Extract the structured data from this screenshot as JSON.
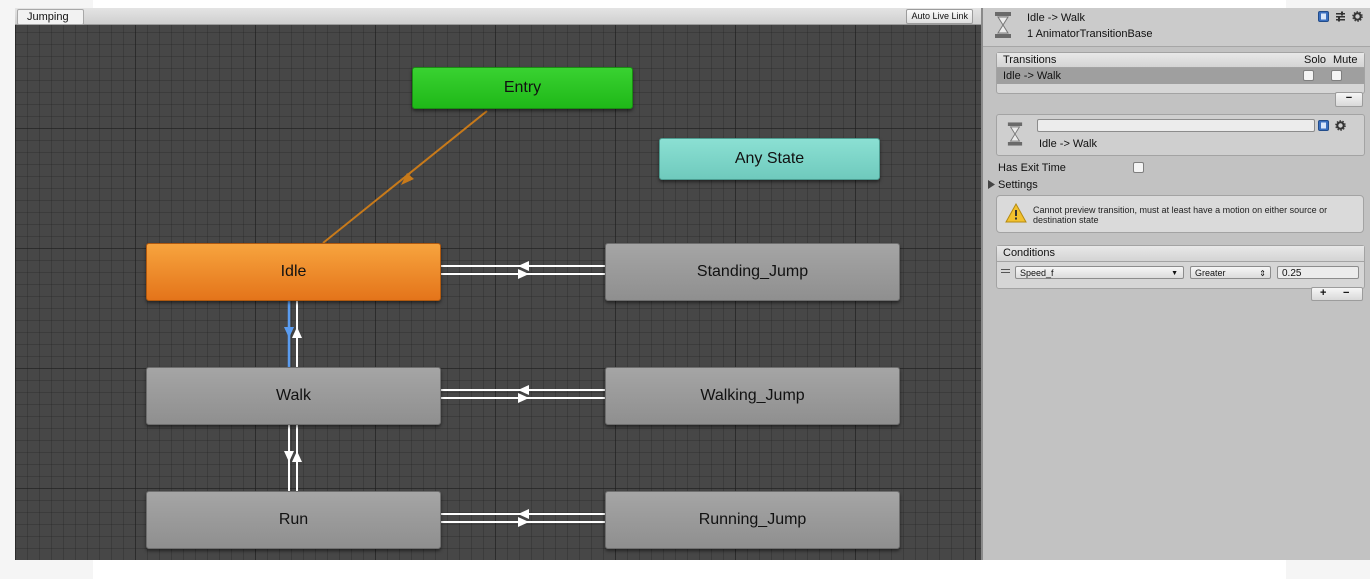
{
  "graph": {
    "breadcrumb": "Jumping",
    "auto_live_link": "Auto Live Link",
    "nodes": {
      "entry": "Entry",
      "any_state": "Any State",
      "idle": "Idle",
      "walk": "Walk",
      "run": "Run",
      "standing_jump": "Standing_Jump",
      "walking_jump": "Walking_Jump",
      "running_jump": "Running_Jump"
    },
    "colors": {
      "entry": "#2cc625",
      "any_state": "#7fd6c9",
      "idle": "#ee8c2c",
      "default_state": "#999999",
      "selected_transition": "#5a9cf0",
      "entry_transition": "#c87a1a"
    }
  },
  "inspector": {
    "header": {
      "title": "Idle -> Walk",
      "subtitle": "1 AnimatorTransitionBase",
      "icons": [
        "help-book-icon",
        "preset-sliders-icon",
        "gear-icon"
      ]
    },
    "transitions": {
      "header": "Transitions",
      "solo_label": "Solo",
      "mute_label": "Mute",
      "rows": [
        {
          "name": "Idle -> Walk",
          "solo": false,
          "mute": false
        }
      ],
      "remove_label": "−"
    },
    "transition_detail": {
      "name_value": "",
      "label": "Idle -> Walk"
    },
    "has_exit_time": {
      "label": "Has Exit Time",
      "checked": false
    },
    "settings_label": "Settings",
    "warning": "Cannot preview transition, must at least have a motion on either source or destination state",
    "conditions": {
      "header": "Conditions",
      "rows": [
        {
          "parameter": "Speed_f",
          "mode": "Greater",
          "value": "0.25"
        }
      ],
      "add_label": "+",
      "remove_label": "−"
    }
  }
}
